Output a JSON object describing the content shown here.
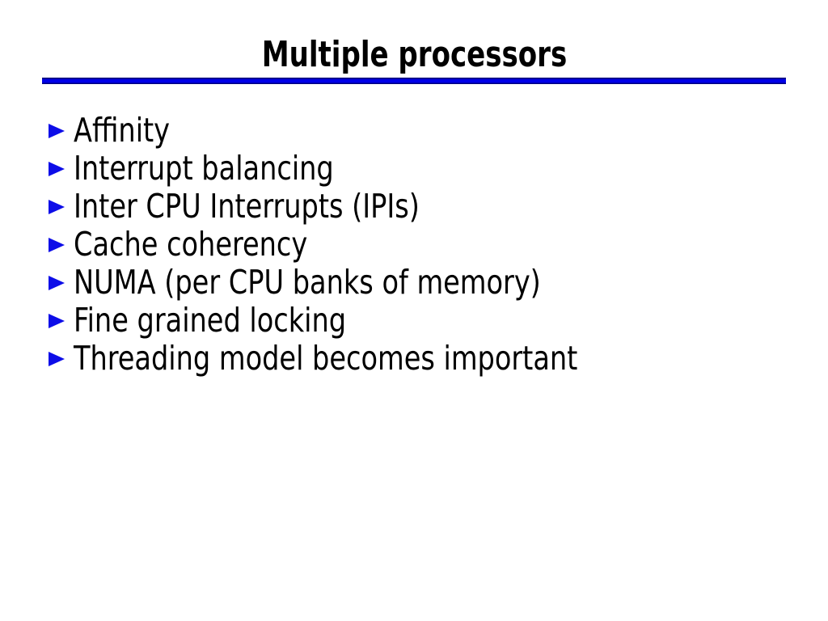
{
  "slide": {
    "title": "Multiple processors",
    "bullets": [
      "Affinity",
      "Interrupt balancing",
      "Inter CPU Interrupts (IPIs)",
      "Cache coherency",
      "NUMA (per CPU banks of memory)",
      "Fine grained locking",
      "Threading model becomes important"
    ],
    "colors": {
      "accent_blue": "#0000CC",
      "accent_bright": "#0000E8",
      "accent_dark": "#000080",
      "bullet_blue": "#0D0DE8",
      "text": "#000000",
      "background": "#FFFFFF"
    }
  }
}
